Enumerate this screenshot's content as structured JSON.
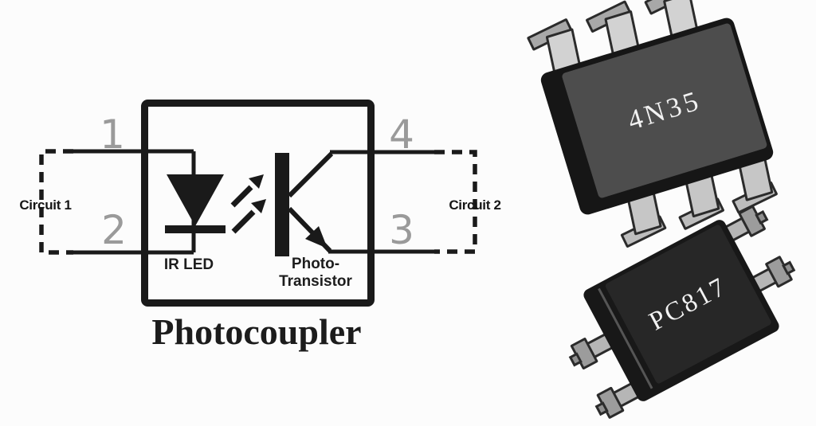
{
  "figure": {
    "title": "Photocoupler",
    "background_color": "#fcfcfc"
  },
  "schematic": {
    "pins": [
      {
        "number": "1"
      },
      {
        "number": "2"
      },
      {
        "number": "3"
      },
      {
        "number": "4"
      }
    ],
    "circuit1_label": "Circuit 1",
    "circuit2_label": "Circuit 2",
    "ir_led_label": "IR LED",
    "phototransistor_label_line1": "Photo-",
    "phototransistor_label_line2": "Transistor",
    "colors": {
      "wire": "#1a1a1a",
      "pin_number": "#9a9a9a"
    }
  },
  "chips": {
    "dip": {
      "part_number": "4N35",
      "body_color": "#4d4d4d",
      "edge_color": "#161616",
      "pin_color": "#d2d2d2",
      "label_color": "#f2f2f2"
    },
    "smd": {
      "part_number": "PC817",
      "body_color": "#272727",
      "edge_color": "#181818",
      "pin_color": "#b6b6b6",
      "label_color": "#f2f2f2"
    }
  }
}
